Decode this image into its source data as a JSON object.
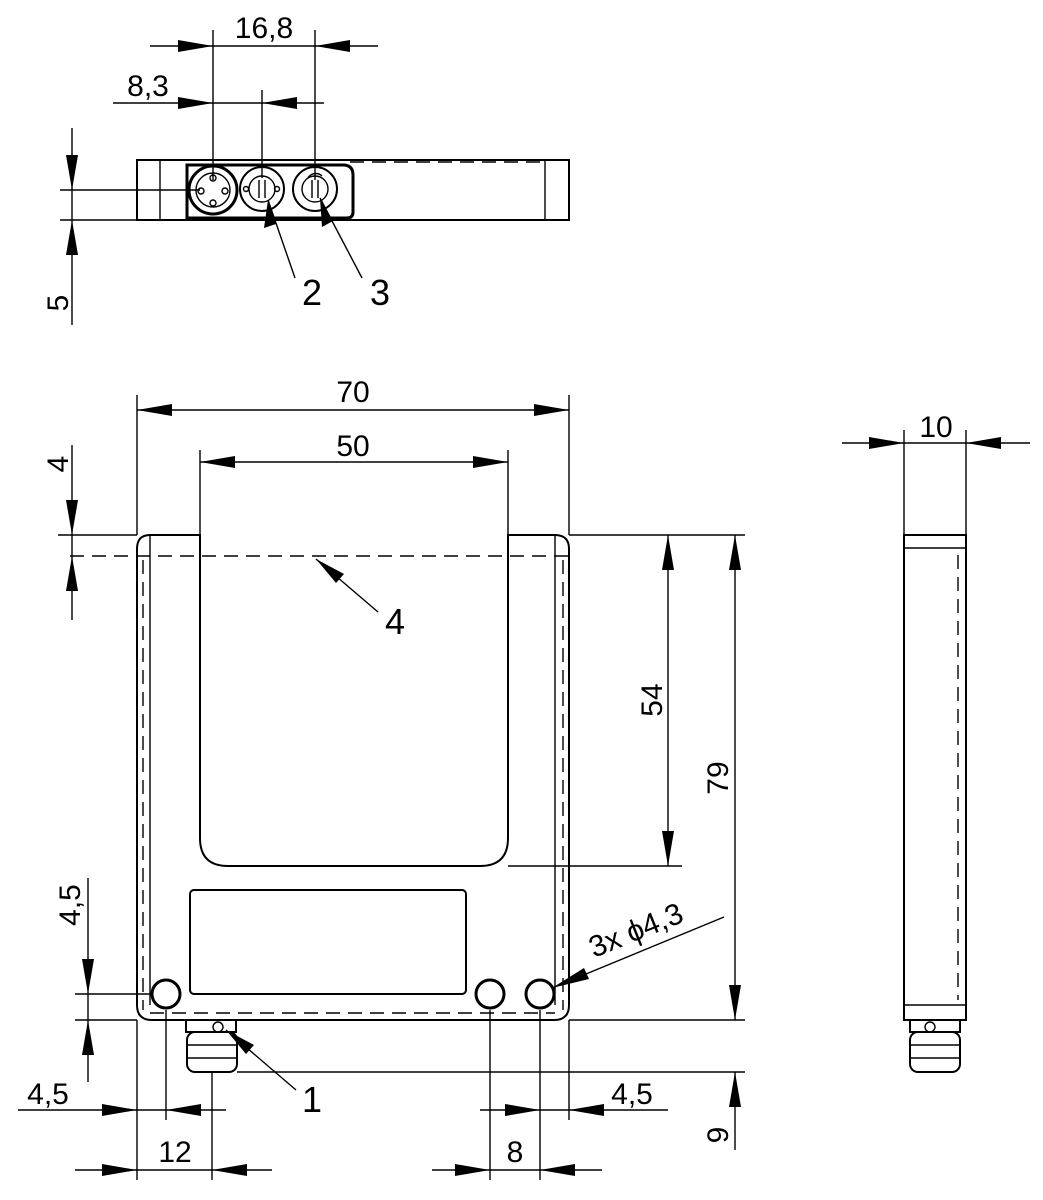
{
  "dimensions": {
    "d_16_8": "16,8",
    "d_8_3": "8,3",
    "d_5": "5",
    "d_70": "70",
    "d_50": "50",
    "d_4": "4",
    "d_54": "54",
    "d_79": "79",
    "d_9": "9",
    "d_4_5_left_v": "4,5",
    "d_4_5_left_h": "4,5",
    "d_4_5_right_h": "4,5",
    "d_12": "12",
    "d_8": "8",
    "d_10": "10",
    "holes": "3x ϕ4,3"
  },
  "callouts": [
    "1",
    "2",
    "3",
    "4"
  ]
}
